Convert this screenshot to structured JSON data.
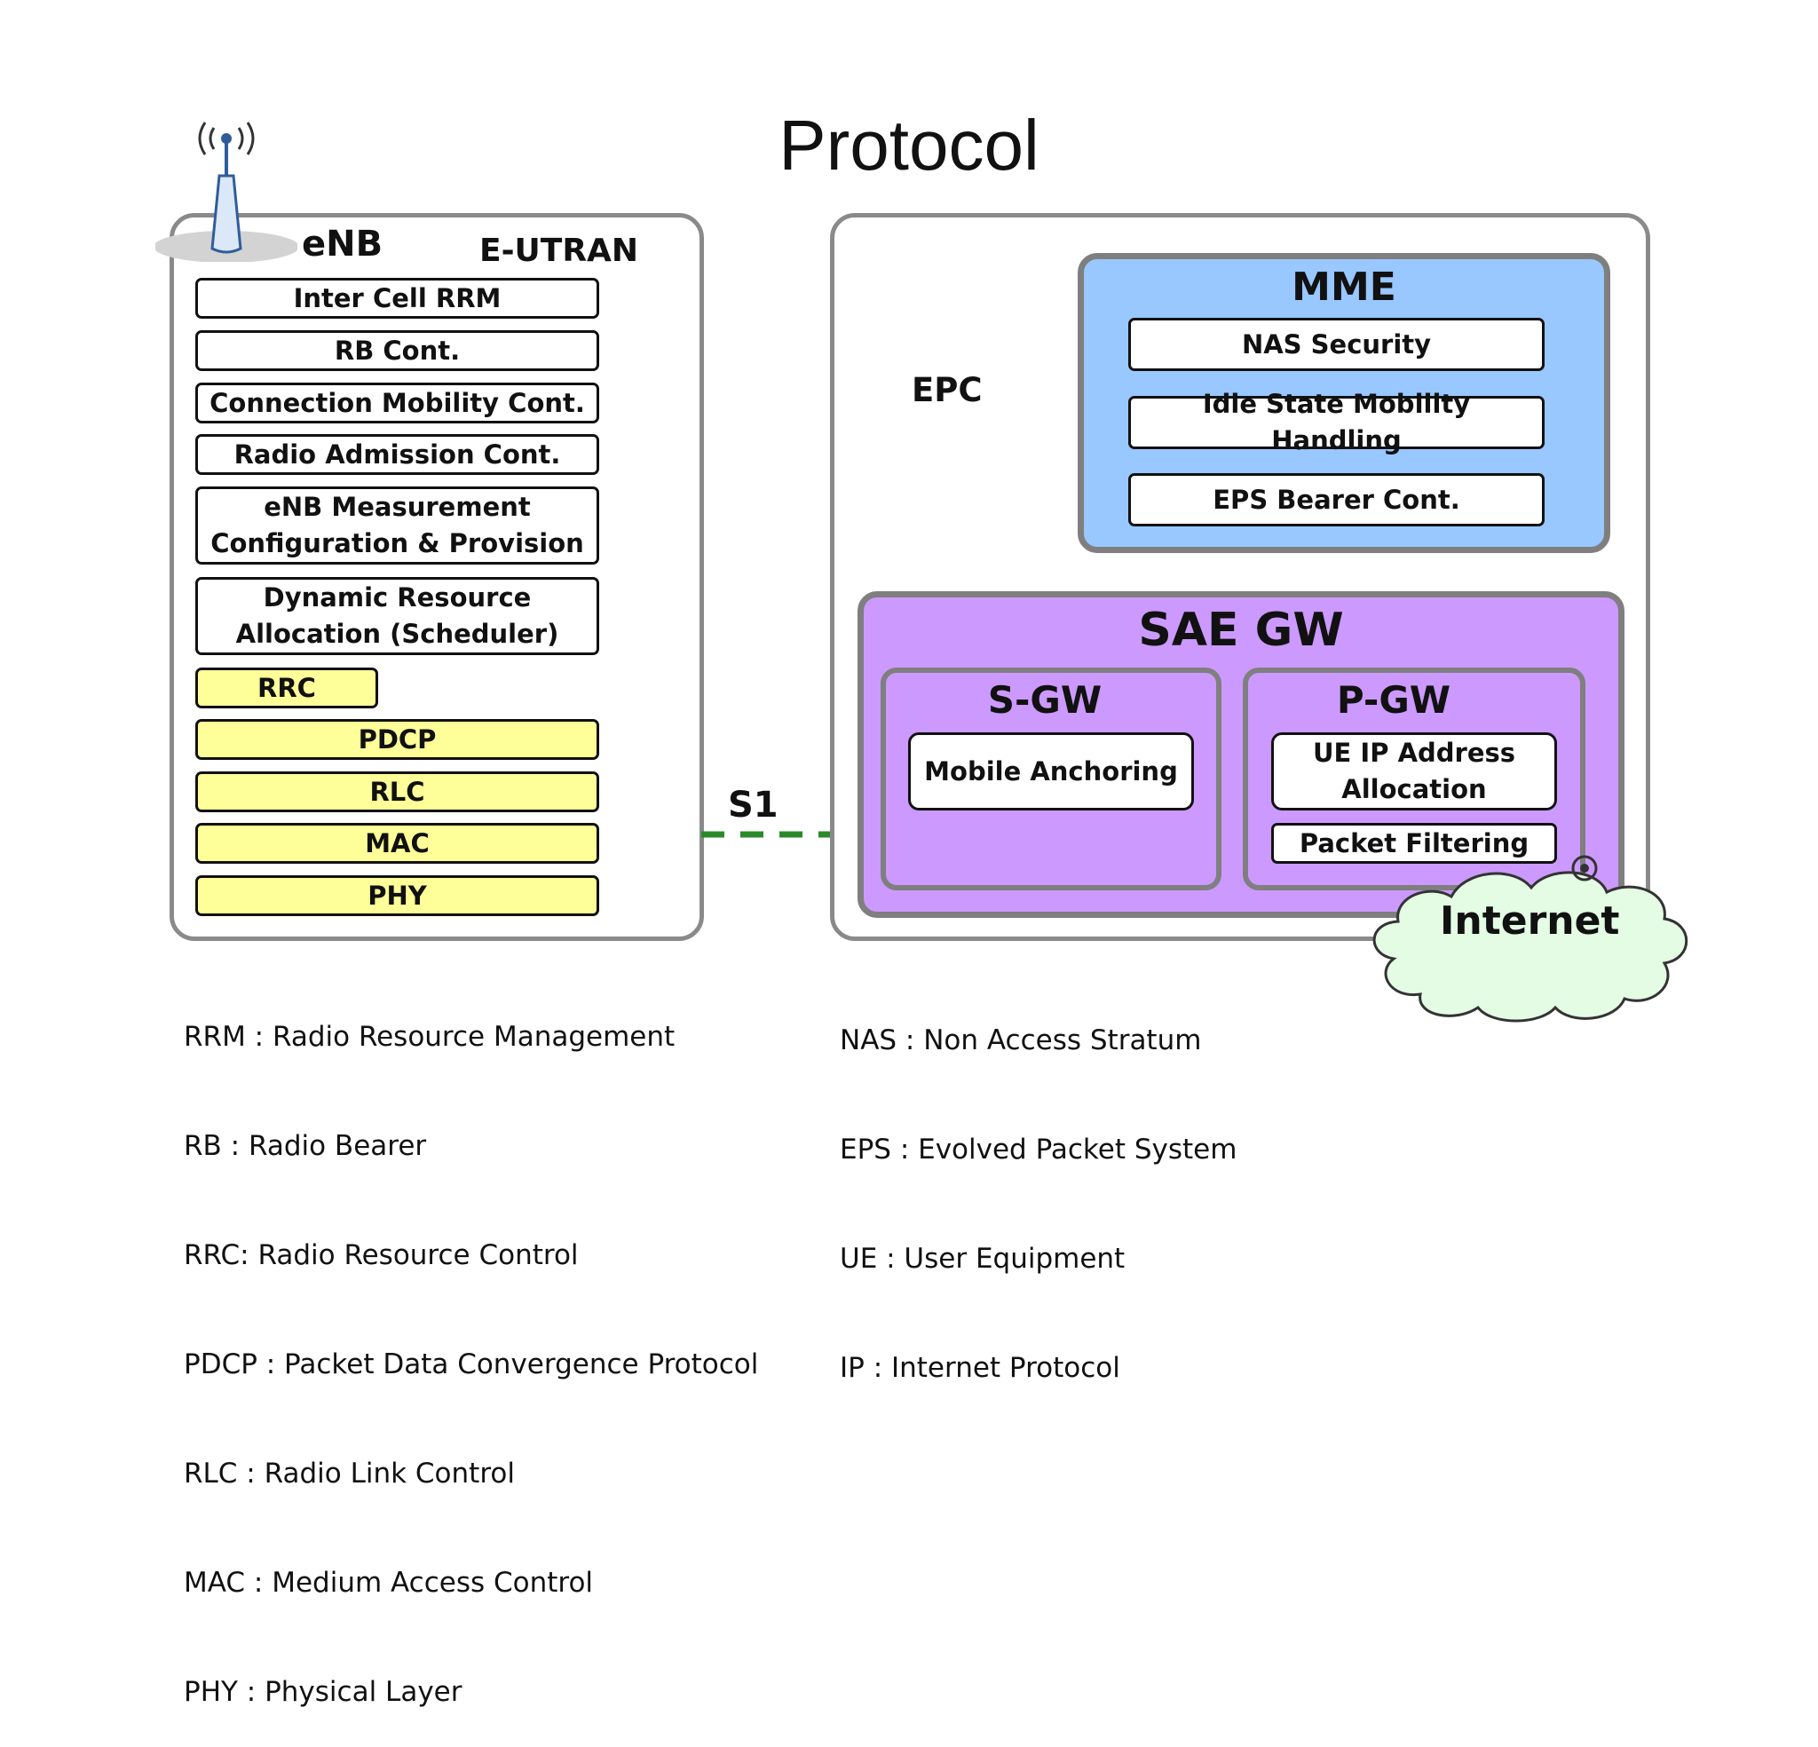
{
  "title": "Protocol",
  "enb": {
    "label": "eNB",
    "region_label": "E-UTRAN",
    "functions": [
      "Inter Cell RRM",
      "RB Cont.",
      "Connection Mobility Cont.",
      "Radio Admission Cont.",
      "eNB Measurement\nConfiguration & Provision",
      "Dynamic Resource\nAllocation (Scheduler)"
    ],
    "protocol_layers": [
      "RRC",
      "PDCP",
      "RLC",
      "MAC",
      "PHY"
    ]
  },
  "interface_label": "S1",
  "epc": {
    "label": "EPC",
    "mme": {
      "label": "MME",
      "functions": [
        "NAS Security",
        "Idle State Mobility Handling",
        "EPS Bearer Cont."
      ]
    },
    "sae_gw": {
      "label": "SAE GW",
      "sgw": {
        "label": "S-GW",
        "functions": [
          "Mobile Anchoring"
        ]
      },
      "pgw": {
        "label": "P-GW",
        "functions": [
          "UE IP Address\nAllocation",
          "Packet Filtering"
        ]
      }
    }
  },
  "internet_label": "Internet",
  "legend_left": [
    "RRM : Radio Resource Management",
    "RB : Radio Bearer",
    "RRC: Radio Resource Control",
    "PDCP : Packet Data Convergence Protocol",
    "RLC : Radio Link Control",
    "MAC : Medium Access Control",
    "PHY : Physical Layer"
  ],
  "legend_right": [
    "NAS : Non Access Stratum",
    "EPS : Evolved Packet System",
    "UE : User Equipment",
    "IP : Internet Protocol"
  ],
  "colors": {
    "mme_fill": "#99c7ff",
    "sae_fill": "#cc99ff",
    "layer_fill": "#ffff99",
    "internet_fill": "#e4fbe4",
    "s1_line": "#2a8a2a",
    "panel_border": "#8a8a8a"
  },
  "icons": [
    "antenna-tower-icon",
    "internet-cloud-icon"
  ]
}
